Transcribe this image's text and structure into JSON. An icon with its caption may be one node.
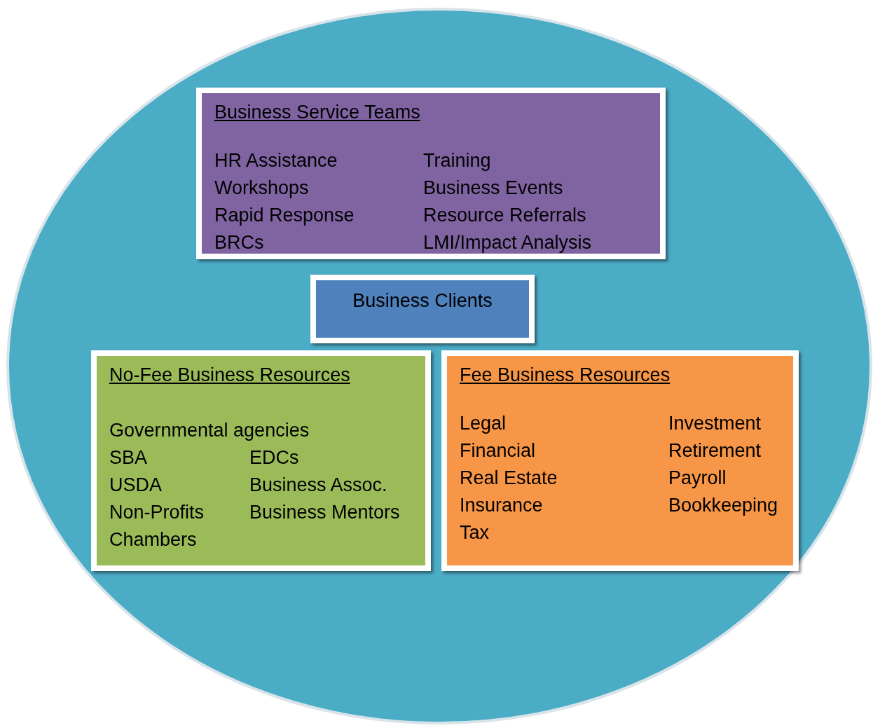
{
  "diagram": {
    "nodes": [
      {
        "text": [],
        "shape": "ellipse"
      },
      {
        "text": [
          "Business Service Teams",
          "HR Assistance",
          "Training",
          "Workshops",
          "Business Events",
          "Rapid Response",
          "Resource Referrals",
          "BRCs",
          "LMI/Impact Analysis"
        ],
        "in": 0
      },
      {
        "text": [
          "Business Clients"
        ],
        "in": 0
      },
      {
        "text": [
          "No-Fee Business Resources",
          "Governmental agencies",
          "SBA",
          "EDCs",
          "USDA",
          "Business Assoc.",
          "Non-Profits",
          "Business Mentors",
          "Chambers"
        ],
        "in": 0
      },
      {
        "text": [
          "Fee Business Resources",
          "Legal",
          "Investment",
          "Financial",
          "Retirement",
          "Real Estate",
          "Payroll",
          "Insurance",
          "Bookkeeping",
          "Tax"
        ],
        "in": 0
      }
    ],
    "edges": []
  }
}
